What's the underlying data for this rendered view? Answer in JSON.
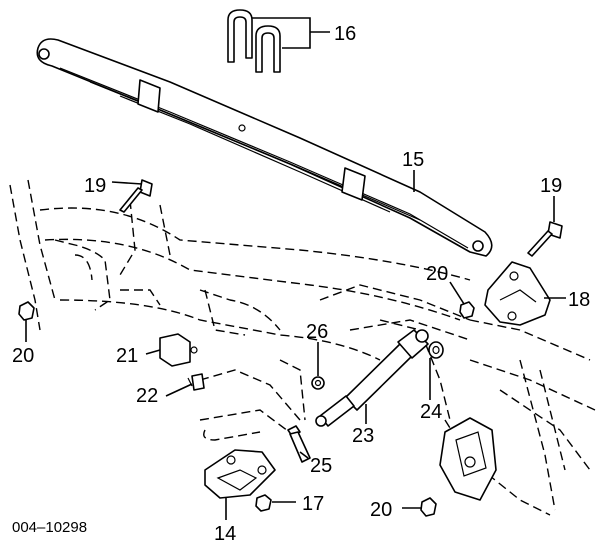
{
  "diagram_code": "004–10298",
  "callouts": [
    {
      "key": "c16",
      "number": "16"
    },
    {
      "key": "c15",
      "number": "15"
    },
    {
      "key": "c19a",
      "number": "19"
    },
    {
      "key": "c19b",
      "number": "19"
    },
    {
      "key": "c20a",
      "number": "20"
    },
    {
      "key": "c18",
      "number": "18"
    },
    {
      "key": "c20b",
      "number": "20"
    },
    {
      "key": "c21",
      "number": "21"
    },
    {
      "key": "c26",
      "number": "26"
    },
    {
      "key": "c22",
      "number": "22"
    },
    {
      "key": "c24",
      "number": "24"
    },
    {
      "key": "c23",
      "number": "23"
    },
    {
      "key": "c25",
      "number": "25"
    },
    {
      "key": "c17",
      "number": "17"
    },
    {
      "key": "c20c",
      "number": "20"
    },
    {
      "key": "c14",
      "number": "14"
    }
  ]
}
